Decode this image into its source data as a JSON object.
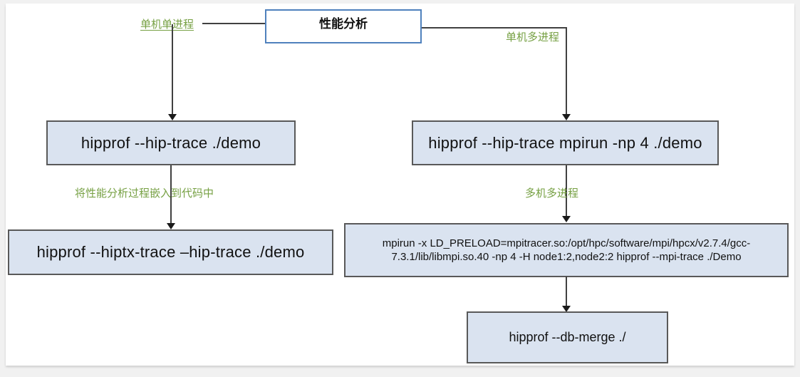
{
  "diagram": {
    "title_node": {
      "label": "性能分析"
    },
    "edge_labels": {
      "single_machine_single_process": "单机单进程",
      "single_machine_multi_process": "单机多进程",
      "embed_in_code": "将性能分析过程嵌入到代码中",
      "multi_machine_multi_process": "多机多进程"
    },
    "command_nodes": {
      "hip_trace": "hipprof --hip-trace ./demo",
      "hip_trace_mpirun": "hipprof --hip-trace mpirun -np 4 ./demo",
      "hiptx_trace": "hipprof --hiptx-trace –hip-trace ./demo",
      "mpi_trace": "mpirun -x LD_PRELOAD=mpitracer.so:/opt/hpc/software/mpi/hpcx/v2.7.4/gcc-7.3.1/lib/libmpi.so.40 -np 4 -H node1:2,node2:2 hipprof --mpi-trace ./Demo",
      "db_merge": "hipprof --db-merge ./"
    },
    "colors": {
      "node_fill": "#dae3f0",
      "node_border": "#595959",
      "title_border": "#4f81bd",
      "edge_label_green": "#76a043",
      "line": "#404040",
      "canvas_background": "#ffffff",
      "frame_background": "#f1f1f1"
    }
  }
}
